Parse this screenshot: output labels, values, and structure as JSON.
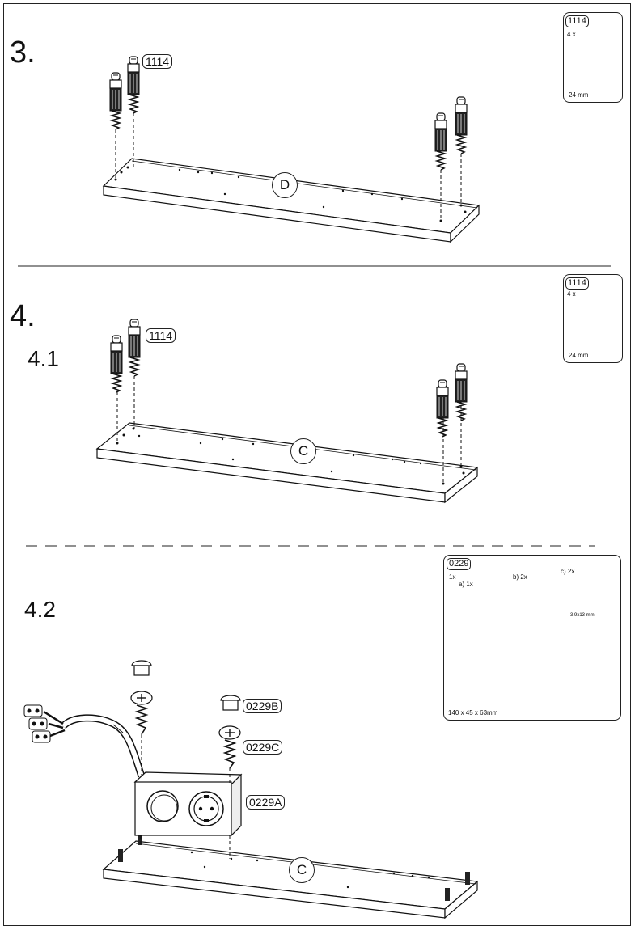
{
  "steps": {
    "s3": {
      "number": "3.",
      "part_tag": "1114",
      "panel_label": "D"
    },
    "s4": {
      "number": "4.",
      "sub1": "4.1",
      "part_tag": "1114",
      "panel_label": "C"
    },
    "s42": {
      "sub": "4.2",
      "panel_label": "C",
      "tags": {
        "a": "0229A",
        "b": "0229B",
        "c": "0229C"
      }
    }
  },
  "insets": {
    "dowel_top": {
      "code": "1114",
      "qty": "4 x",
      "size": "24 mm"
    },
    "dowel_mid": {
      "code": "1114",
      "qty": "4 x",
      "size": "24 mm"
    },
    "socket": {
      "code": "0229",
      "qty": "1x",
      "a": "a) 1x",
      "b": "b) 2x",
      "c": "c) 2x",
      "screw": "3.9x13 mm",
      "dims": "140 x 45 x 63mm"
    }
  }
}
